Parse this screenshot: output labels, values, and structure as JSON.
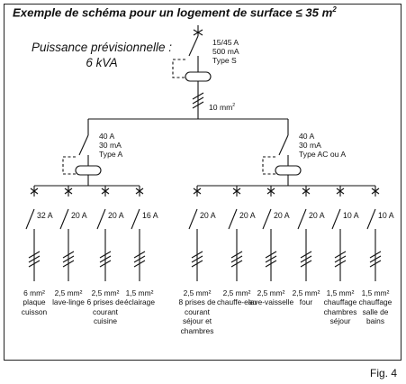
{
  "title": {
    "text": "Exemple de schéma pour un logement de surface ≤ 35 m",
    "sup": "2"
  },
  "power": {
    "line1": "Puissance prévisionnelle :",
    "line2": "6 kVA"
  },
  "main_breaker": {
    "line1": "15/45 A",
    "line2": "500 mA",
    "line3": "Type S"
  },
  "main_cable": {
    "text": "10 mm",
    "sup": "2"
  },
  "rcd_left": {
    "line1": "40 A",
    "line2": "30 mA",
    "line3": "Type A"
  },
  "rcd_right": {
    "line1": "40 A",
    "line2": "30 mA",
    "line3": "Type AC ou A"
  },
  "circuits": [
    {
      "rating": "32 A",
      "section": "6 mm²",
      "label": [
        "plaque",
        "cuisson"
      ]
    },
    {
      "rating": "20 A",
      "section": "2,5 mm²",
      "label": [
        "lave-linge"
      ]
    },
    {
      "rating": "20 A",
      "section": "2,5 mm²",
      "label": [
        "6 prises de",
        "courant",
        "cuisine"
      ]
    },
    {
      "rating": "16 A",
      "section": "1,5 mm²",
      "label": [
        "éclairage"
      ]
    },
    {
      "rating": "20 A",
      "section": "2,5 mm²",
      "label": [
        "8 prises de",
        "courant",
        "séjour et",
        "chambres"
      ]
    },
    {
      "rating": "20 A",
      "section": "2,5 mm²",
      "label": [
        "chauffe-eau"
      ]
    },
    {
      "rating": "20 A",
      "section": "2,5 mm²",
      "label": [
        "lave-vaisselle"
      ]
    },
    {
      "rating": "20 A",
      "section": "2,5 mm²",
      "label": [
        "four"
      ]
    },
    {
      "rating": "10 A",
      "section": "1,5 mm²",
      "label": [
        "chauffage",
        "chambres",
        "séjour"
      ]
    },
    {
      "rating": "10 A",
      "section": "1,5 mm²",
      "label": [
        "chauffage",
        "salle de",
        "bains"
      ]
    }
  ],
  "figure_label": "Fig. 4"
}
